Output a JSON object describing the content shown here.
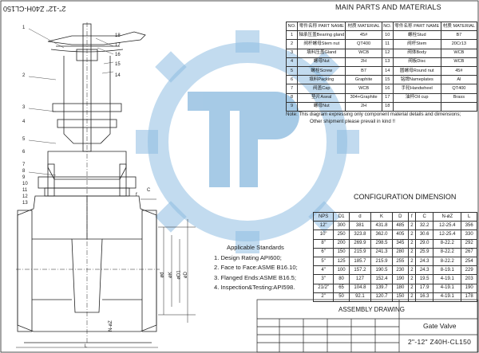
{
  "drawing": {
    "header_code_rotated": "2\"-12\" Z40H-CL150",
    "parts_title": "MAIN PARTS AND MATERIALS",
    "parts_headers": [
      "NO.",
      "零件名称 PART NAME",
      "材质 MATERIAL",
      "NO.",
      "零件名称 PART NAME",
      "材质 MATERIAL"
    ],
    "parts_rows": [
      [
        "1",
        "轴承压盖Bearing gland",
        "45#",
        "10",
        "螺栓Stud",
        "B7"
      ],
      [
        "2",
        "阀杆螺母Stem nut",
        "QT400",
        "11",
        "阀杆Stem",
        "20Cr13"
      ],
      [
        "3",
        "填料压盖Gland",
        "WCB",
        "12",
        "阀体Body",
        "WCB"
      ],
      [
        "4",
        "螺母Nut",
        "2H",
        "13",
        "阀板Disc",
        "WCB"
      ],
      [
        "5",
        "螺栓Screw",
        "B7",
        "14",
        "圆螺母Round nut",
        "45#"
      ],
      [
        "6",
        "填料Packing",
        "Graphite",
        "15",
        "铭牌Nameplates",
        "Al"
      ],
      [
        "7",
        "阀盖Cap",
        "WCB",
        "16",
        "手轮Handwheel",
        "QT400"
      ],
      [
        "8",
        "垫片Aseal",
        "304+Graphite",
        "17",
        "油杯Oil cup",
        "Brass"
      ],
      [
        "9",
        "螺母Nut",
        "2H",
        "18",
        "",
        ""
      ]
    ],
    "note_lines": [
      "Note: This diagram expressing only component material details and dimensions;",
      "Other shipment please prevail in kind !!"
    ],
    "config_title": "CONFIGURATION  DIMENSION",
    "config_headers": [
      "NPS",
      "D1",
      "d",
      "K",
      "D",
      "f",
      "C",
      "N-øZ",
      "L"
    ],
    "config_rows": [
      [
        "12\"",
        "300",
        "381",
        "431.8",
        "485",
        "2",
        "32.2",
        "12-25.4",
        "356"
      ],
      [
        "10\"",
        "250",
        "323.8",
        "362.0",
        "405",
        "2",
        "30.6",
        "12-25.4",
        "330"
      ],
      [
        "8\"",
        "200",
        "269.9",
        "298.5",
        "345",
        "2",
        "29.0",
        "8-22.2",
        "292"
      ],
      [
        "6\"",
        "150",
        "215.9",
        "241.3",
        "280",
        "2",
        "25.9",
        "8-22.2",
        "267"
      ],
      [
        "5\"",
        "125",
        "185.7",
        "215.9",
        "255",
        "2",
        "24.3",
        "8-22.2",
        "254"
      ],
      [
        "4\"",
        "100",
        "157.2",
        "190.5",
        "230",
        "2",
        "24.3",
        "8-19.1",
        "229"
      ],
      [
        "3\"",
        "80",
        "127",
        "152.4",
        "190",
        "2",
        "19.5",
        "4-19.1",
        "203"
      ],
      [
        "21/2\"",
        "65",
        "104.8",
        "139.7",
        "180",
        "2",
        "17.9",
        "4-19.1",
        "190"
      ],
      [
        "2\"",
        "50",
        "92.1",
        "120.7",
        "150",
        "2",
        "16.3",
        "4-19.1",
        "178"
      ]
    ],
    "standards_title": "Applicable Standards",
    "standards": [
      "1. Design Rating API600;",
      "2. Face to Face:ASME B16.10;",
      "3. Flanged Ends:ASME B16.5;",
      "4. Inspection&Testing:API598."
    ],
    "title_block": {
      "assembly": "ASSEMBLY DRAWING",
      "product": "Gate Valve",
      "code": "2\"-12\" Z40H-CL150"
    },
    "callouts": [
      "1",
      "2",
      "3",
      "4",
      "5",
      "6",
      "7",
      "8",
      "9",
      "10",
      "11",
      "12",
      "13",
      "14",
      "15",
      "16",
      "17",
      "18"
    ],
    "dim_labels": {
      "f": "f",
      "c": "C",
      "l": "L",
      "d": "ød",
      "k": "øK",
      "d1": "øD1",
      "bigD": "øD",
      "nz": "N-øZ"
    },
    "watermark": "TP",
    "colors": {
      "watermark": "#7fb3dc",
      "line": "#222222"
    }
  }
}
